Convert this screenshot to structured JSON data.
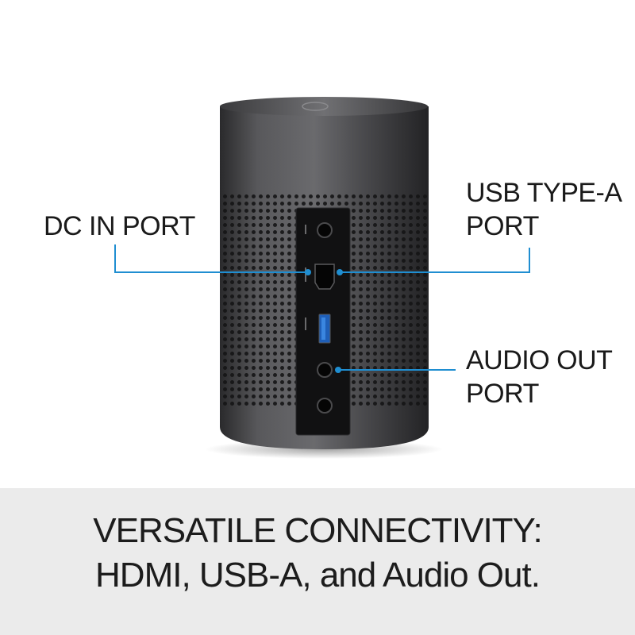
{
  "callouts": {
    "dc_in": {
      "line1": "DC IN PORT"
    },
    "usb_type_a": {
      "line1": "USB TYPE-A",
      "line2": "PORT"
    },
    "audio_out": {
      "line1": "AUDIO OUT",
      "line2": "PORT"
    }
  },
  "caption": {
    "line1": "VERSATILE CONNECTIVITY:",
    "line2": "HDMI, USB-A, and Audio Out."
  },
  "colors": {
    "callout_line": "#1f8ed1",
    "caption_band": "#ebebeb",
    "device_body": "#3b3b3d"
  }
}
